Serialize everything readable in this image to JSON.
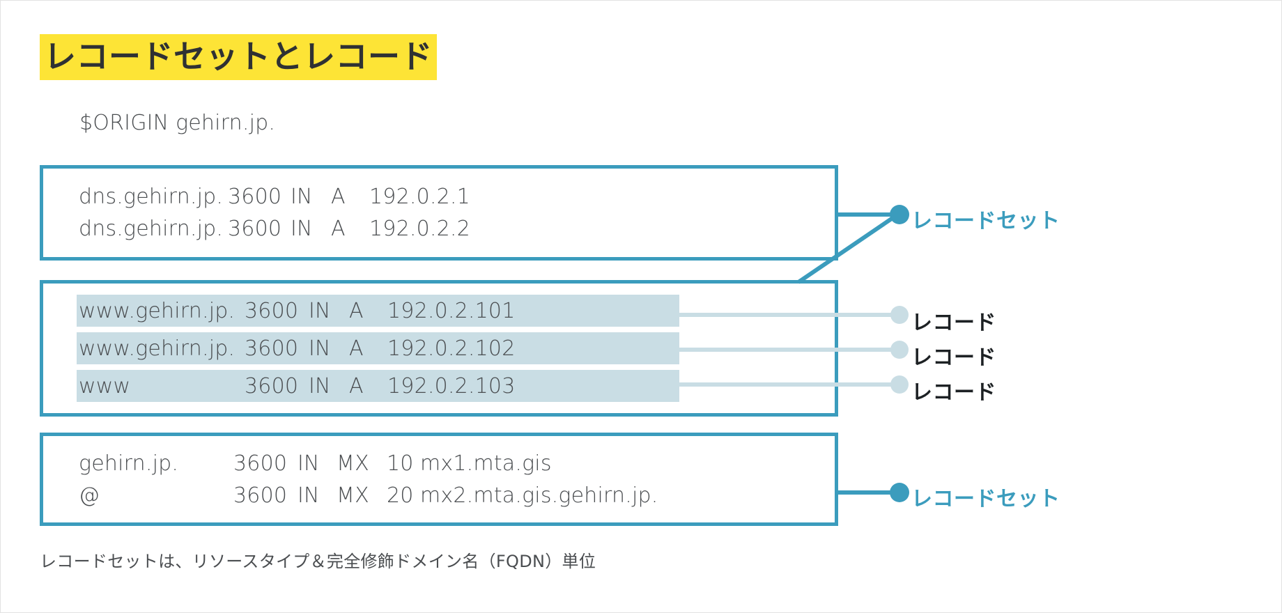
{
  "page": {
    "title": "レコードセットとレコード",
    "origin": "$ORIGIN gehirn.jp.",
    "caption": "レコードセットは、リソースタイプ＆完全修飾ドメイン名（FQDN）単位"
  },
  "colors": {
    "highlight_yellow": "#fde436",
    "box_border_teal": "#3b9cbd",
    "row_highlight": "#c9dde4",
    "label_teal": "#3b9cbd",
    "label_dark": "#1d2124",
    "text_gray": "#4a4d50",
    "page_background": "#ffffff"
  },
  "boxes": [
    {
      "id": "box-a",
      "kind": "recordset",
      "rows": [
        {
          "name": "dns.gehirn.jp.",
          "ttl": "3600",
          "class": "IN",
          "type": "A",
          "data": "192.0.2.1",
          "highlighted": false
        },
        {
          "name": "dns.gehirn.jp.",
          "ttl": "3600",
          "class": "IN",
          "type": "A",
          "data": "192.0.2.2",
          "highlighted": false
        }
      ]
    },
    {
      "id": "box-b",
      "kind": "recordset",
      "rows": [
        {
          "name": "www.gehirn.jp.",
          "ttl": "3600",
          "class": "IN",
          "type": "A",
          "data": "192.0.2.101",
          "highlighted": true
        },
        {
          "name": "www.gehirn.jp.",
          "ttl": "3600",
          "class": "IN",
          "type": "A",
          "data": "192.0.2.102",
          "highlighted": true
        },
        {
          "name": "www",
          "ttl": "3600",
          "class": "IN",
          "type": "A",
          "data": "192.0.2.103",
          "highlighted": true
        }
      ]
    },
    {
      "id": "box-c",
      "kind": "recordset",
      "rows": [
        {
          "name": "gehirn.jp.",
          "ttl": "3600",
          "class": "IN",
          "type": "MX",
          "pref": "10",
          "data": "mx1.mta.gis",
          "highlighted": false
        },
        {
          "name": "@",
          "ttl": "3600",
          "class": "IN",
          "type": "MX",
          "pref": "20",
          "data": "mx2.mta.gis.gehirn.jp.",
          "highlighted": false
        }
      ]
    }
  ],
  "labels": {
    "recordset_1": "レコードセット",
    "record_1": "レコード",
    "record_2": "レコード",
    "record_3": "レコード",
    "recordset_2": "レコードセット"
  }
}
